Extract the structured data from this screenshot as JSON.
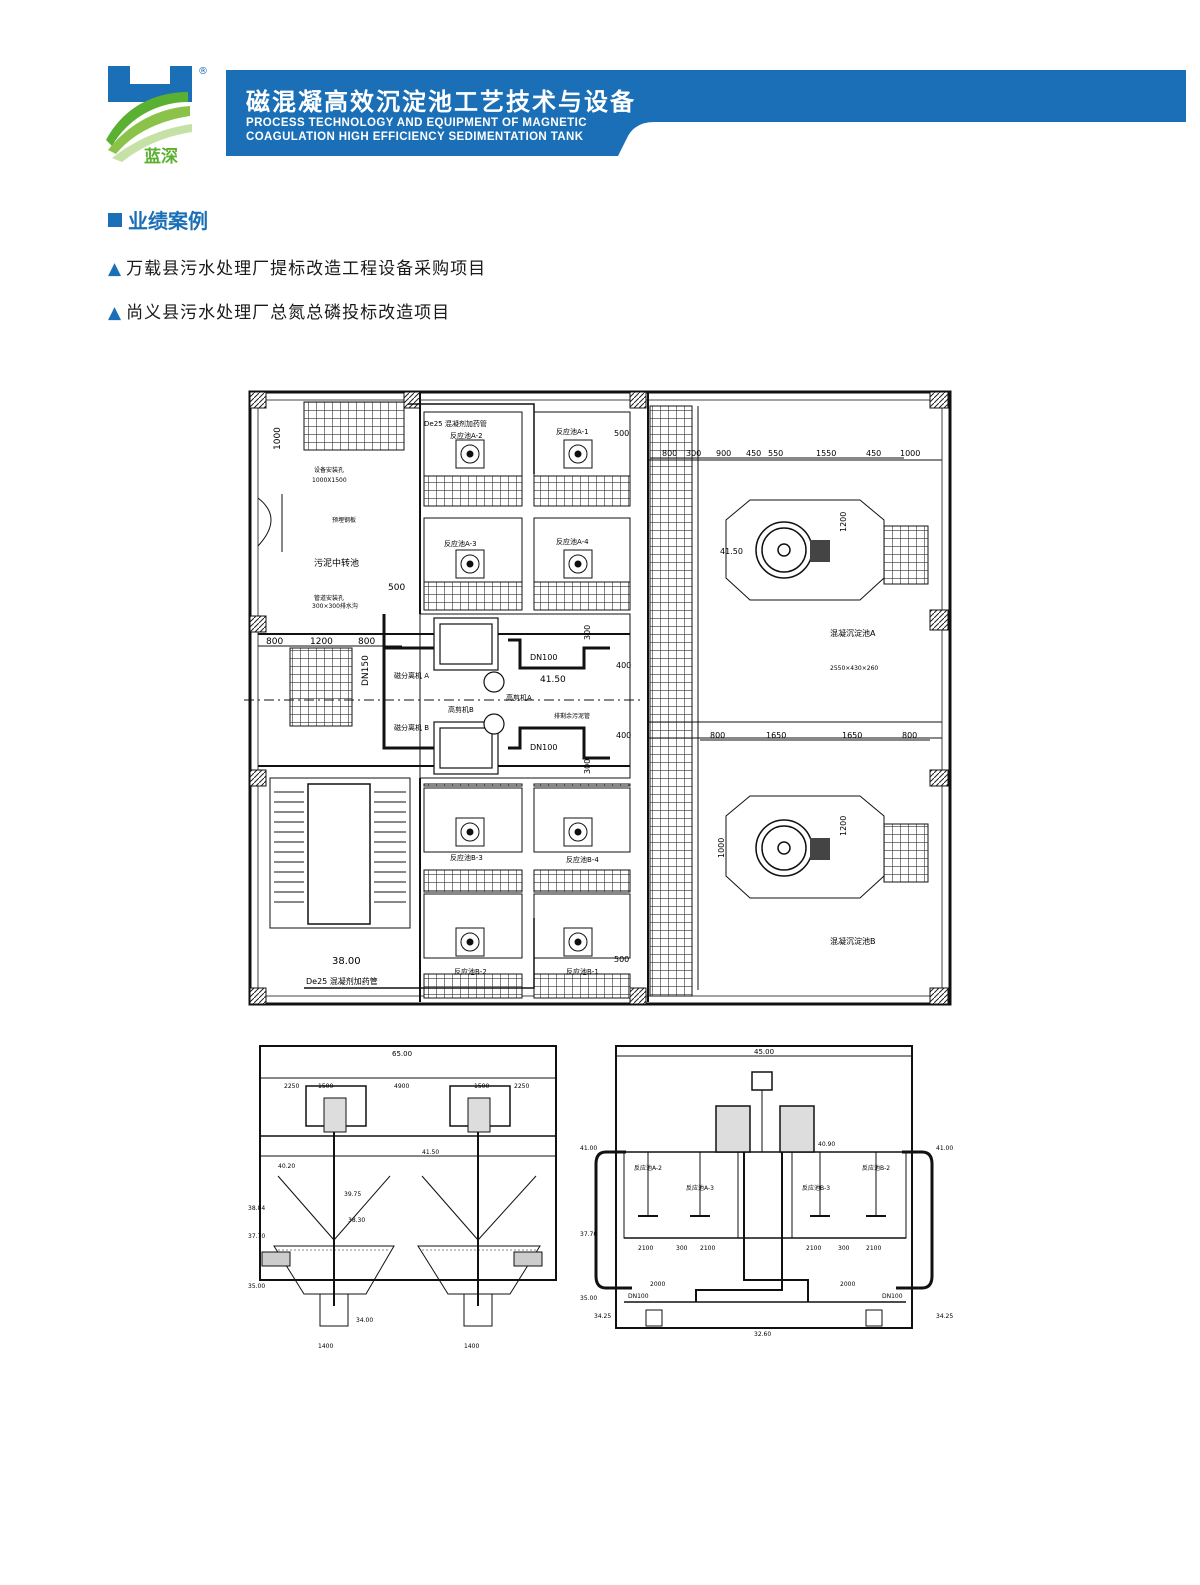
{
  "brand": {
    "logo_text": "蓝深",
    "registered_mark": "®",
    "primary_color": "#1a6fb7",
    "accent_green": "#5ab031"
  },
  "header": {
    "title_cn": "磁混凝高效沉淀池工艺技术与设备",
    "title_en_line1": "PROCESS TECHNOLOGY AND EQUIPMENT OF MAGNETIC",
    "title_en_line2": "COAGULATION HIGH EFFICIENCY SEDIMENTATION TANK"
  },
  "section": {
    "heading": "业绩案例",
    "projects": [
      "万载县污水处理厂提标改造工程设备采购项目",
      "尚义县污水处理厂总氮总磷投标改造项目"
    ]
  },
  "plan": {
    "tank_labels": [
      "反应池A-1",
      "反应池A-2",
      "反应池A-3",
      "反应池A-4",
      "反应池B-1",
      "反应池B-2",
      "反应池B-3",
      "反应池B-4"
    ],
    "sed_a": "混凝沉淀池A",
    "sed_b": "混凝沉淀池B",
    "sludge_pool": "污泥中转池",
    "pipe_top": "De25  混凝剂加药管",
    "pipe_bottom": "De25  混凝剂加药管",
    "mag_a": "磁分离机 A",
    "mag_b": "磁分离机 B",
    "shear_a": "高剪机A",
    "shear_b": "高剪机B",
    "sludge_pipe": "排剩余污泥管",
    "dims_top": [
      "800",
      "300",
      "900",
      "450",
      "550",
      "1550",
      "450",
      "1000"
    ],
    "dims_mid": [
      "800",
      "1650",
      "1650",
      "800"
    ],
    "dims_left": [
      "800",
      "1200",
      "800"
    ],
    "elev_plan": "41.50",
    "elev_stairs": "38.00",
    "dn100_a": "DN100",
    "dn100_b": "DN100",
    "dn150": "DN150",
    "d500": "500",
    "d1000": "1000",
    "d1200": "1200",
    "d400": "400",
    "d300": "300",
    "equip_size": "1000X1500",
    "trough_size": "300×300排水沟",
    "sed_size": "2550×430×260"
  },
  "section_left": {
    "total": "65.00",
    "elev": [
      "41.50",
      "40.20",
      "38.84",
      "37.70",
      "35.00",
      "34.00",
      "39.75",
      "38.30"
    ],
    "dims": [
      "2250",
      "1500",
      "4900",
      "1500",
      "2250",
      "1400",
      "1400"
    ]
  },
  "section_right": {
    "total": "45.00",
    "elev": [
      "41.00",
      "37.70",
      "35.00",
      "34.25",
      "32.60",
      "40.90"
    ],
    "dims": [
      "2100",
      "300",
      "2100",
      "2100",
      "300",
      "2100",
      "2000",
      "2000"
    ],
    "labels": [
      "反应池A-2",
      "反应池A-3",
      "反应池B-3",
      "反应池B-2"
    ],
    "dn": [
      "DN100",
      "DN100"
    ]
  }
}
